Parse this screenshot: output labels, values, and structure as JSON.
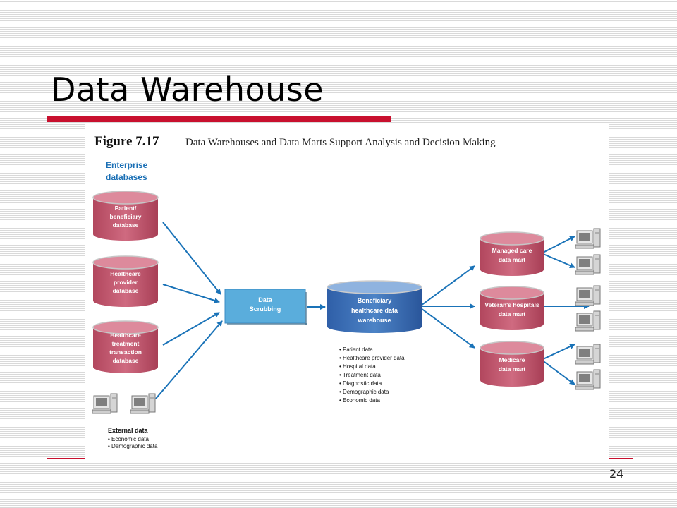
{
  "slide": {
    "title": "Data Warehouse",
    "page_number": "24"
  },
  "colors": {
    "accent_red": "#c8102e",
    "database_pink": "#c2566c",
    "arrow_blue": "#1a73b8",
    "scrub_box_blue": "#5aaddc",
    "warehouse_blue": "#3a6db5"
  },
  "figure": {
    "number": "Figure 7.17",
    "caption": "Data Warehouses and Data Marts Support Analysis and Decision Making",
    "enterprise_heading": [
      "Enterprise",
      "databases"
    ],
    "enterprise_dbs": [
      {
        "lines": [
          "Patient/",
          "beneficiary",
          "database"
        ]
      },
      {
        "lines": [
          "Healthcare",
          "provider",
          "database"
        ]
      },
      {
        "lines": [
          "Healthcare",
          "treatment",
          "transaction",
          "database"
        ]
      }
    ],
    "scrubbing": {
      "lines": [
        "Data",
        "Scrubbing"
      ]
    },
    "warehouse": {
      "lines": [
        "Beneficiary",
        "healthcare data",
        "warehouse"
      ]
    },
    "warehouse_contents": [
      "Patient data",
      "Healthcare provider data",
      "Hospital data",
      "Treatment data",
      "Diagnostic data",
      "Demographic data",
      "Economic data"
    ],
    "data_marts": [
      {
        "lines": [
          "Managed care",
          "data mart"
        ]
      },
      {
        "lines": [
          "Veteran's hospitals",
          "data mart"
        ]
      },
      {
        "lines": [
          "Medicare",
          "data mart"
        ]
      }
    ],
    "external": {
      "heading": "External data",
      "items": [
        "Economic data",
        "Demographic data"
      ]
    }
  }
}
